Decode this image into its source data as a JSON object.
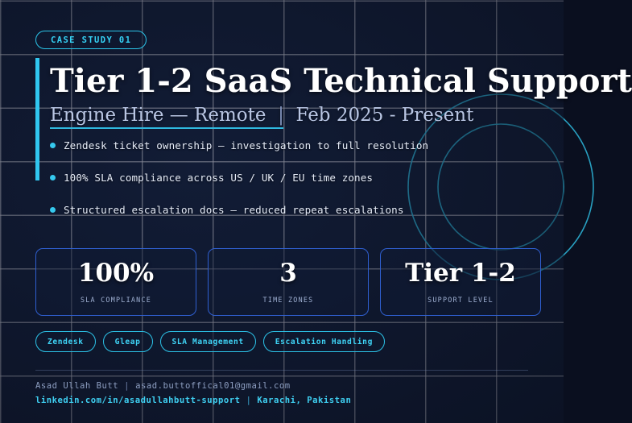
{
  "theme": {
    "background": "#111b33",
    "grid_line": "#b7b7c0",
    "accent_cyan": "#30c6f0",
    "accent_blue": "#2f5fd0",
    "text_primary": "#ffffff",
    "text_secondary": "#b9c6e4",
    "text_muted": "#8e9fc2"
  },
  "badge": {
    "label": "CASE STUDY 01"
  },
  "header": {
    "title": "Tier 1-2 SaaS Technical Support",
    "company": "Engine Hire — Remote",
    "separator": "|",
    "period": "Feb 2025 - Present"
  },
  "bullets": [
    {
      "text": "Zendesk ticket ownership — investigation to full resolution"
    },
    {
      "text": "100% SLA compliance across US / UK / EU time zones"
    },
    {
      "text": "Structured escalation docs — reduced repeat escalations"
    }
  ],
  "stats": [
    {
      "value": "100%",
      "label": "SLA COMPLIANCE"
    },
    {
      "value": "3",
      "label": "TIME ZONES"
    },
    {
      "value": "Tier 1-2",
      "label": "SUPPORT LEVEL"
    }
  ],
  "tags": [
    {
      "label": "Zendesk"
    },
    {
      "label": "Gleap"
    },
    {
      "label": "SLA Management"
    },
    {
      "label": "Escalation Handling"
    }
  ],
  "footer": {
    "name": "Asad Ullah Butt",
    "sep1": "|",
    "email": "asad.buttoffical01@gmail.com",
    "linkedin": "linkedin.com/in/asadullahbutt-support",
    "sep2": "|",
    "location": "Karachi, Pakistan"
  }
}
